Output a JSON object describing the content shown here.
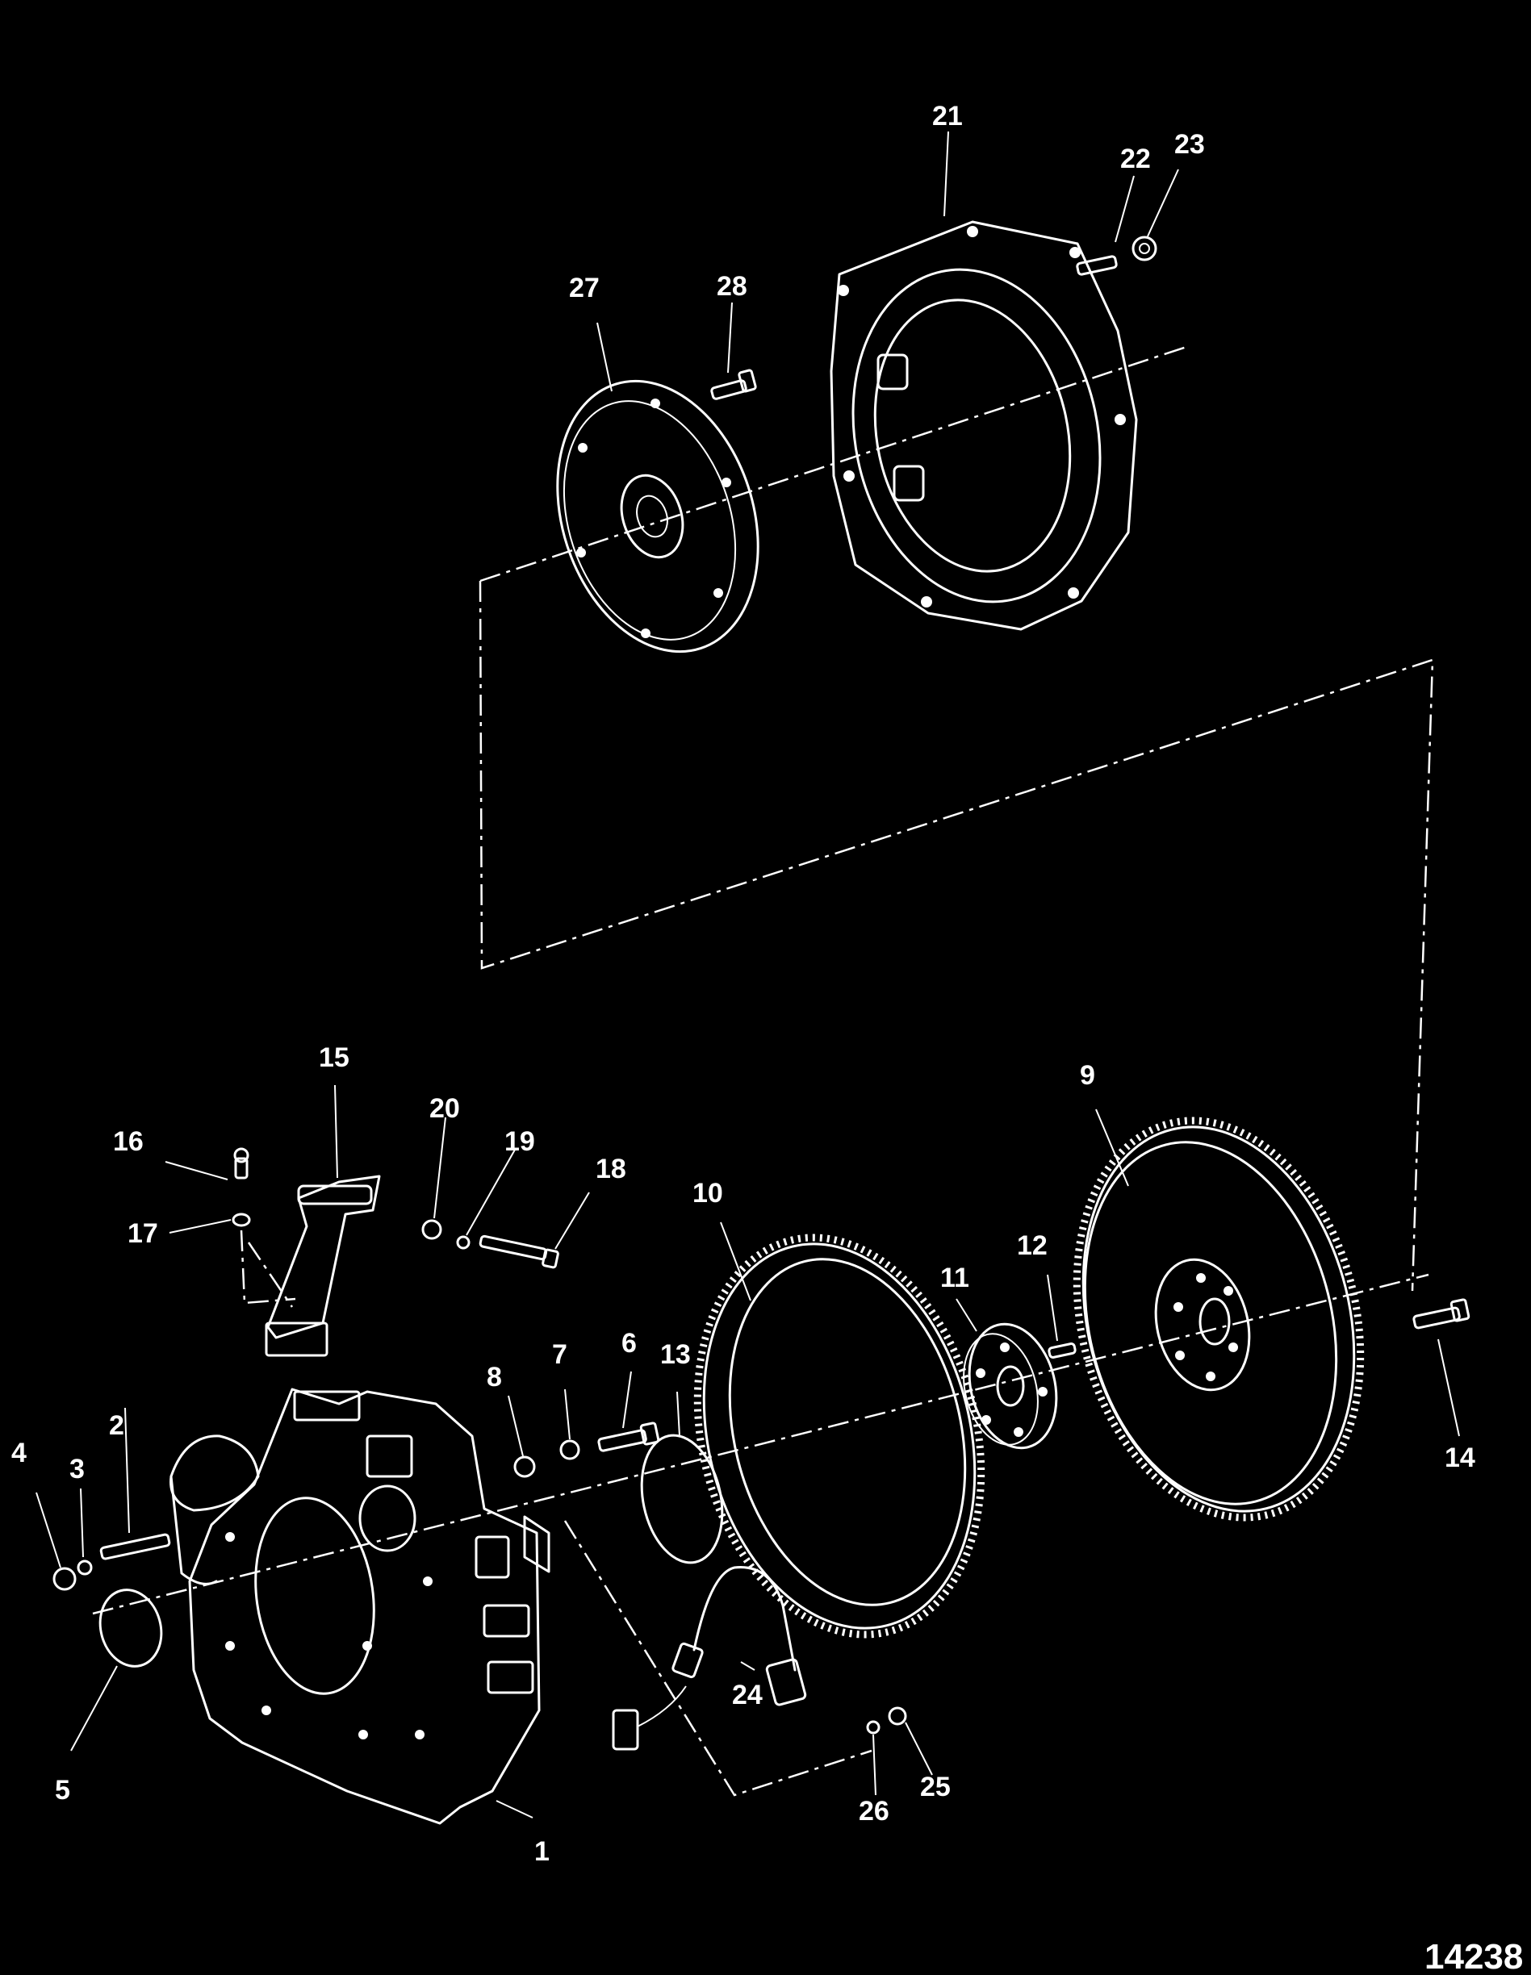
{
  "callouts": {
    "c1": "1",
    "c2": "2",
    "c3": "3",
    "c4": "4",
    "c5": "5",
    "c6": "6",
    "c7": "7",
    "c8": "8",
    "c9": "9",
    "c10": "10",
    "c11": "11",
    "c12": "12",
    "c13": "13",
    "c14": "14",
    "c15": "15",
    "c16": "16",
    "c17": "17",
    "c18": "18",
    "c19": "19",
    "c20": "20",
    "c21": "21",
    "c22": "22",
    "c23": "23",
    "c24": "24",
    "c25": "25",
    "c26": "26",
    "c27": "27",
    "c28": "28"
  },
  "figure_number": "14238"
}
